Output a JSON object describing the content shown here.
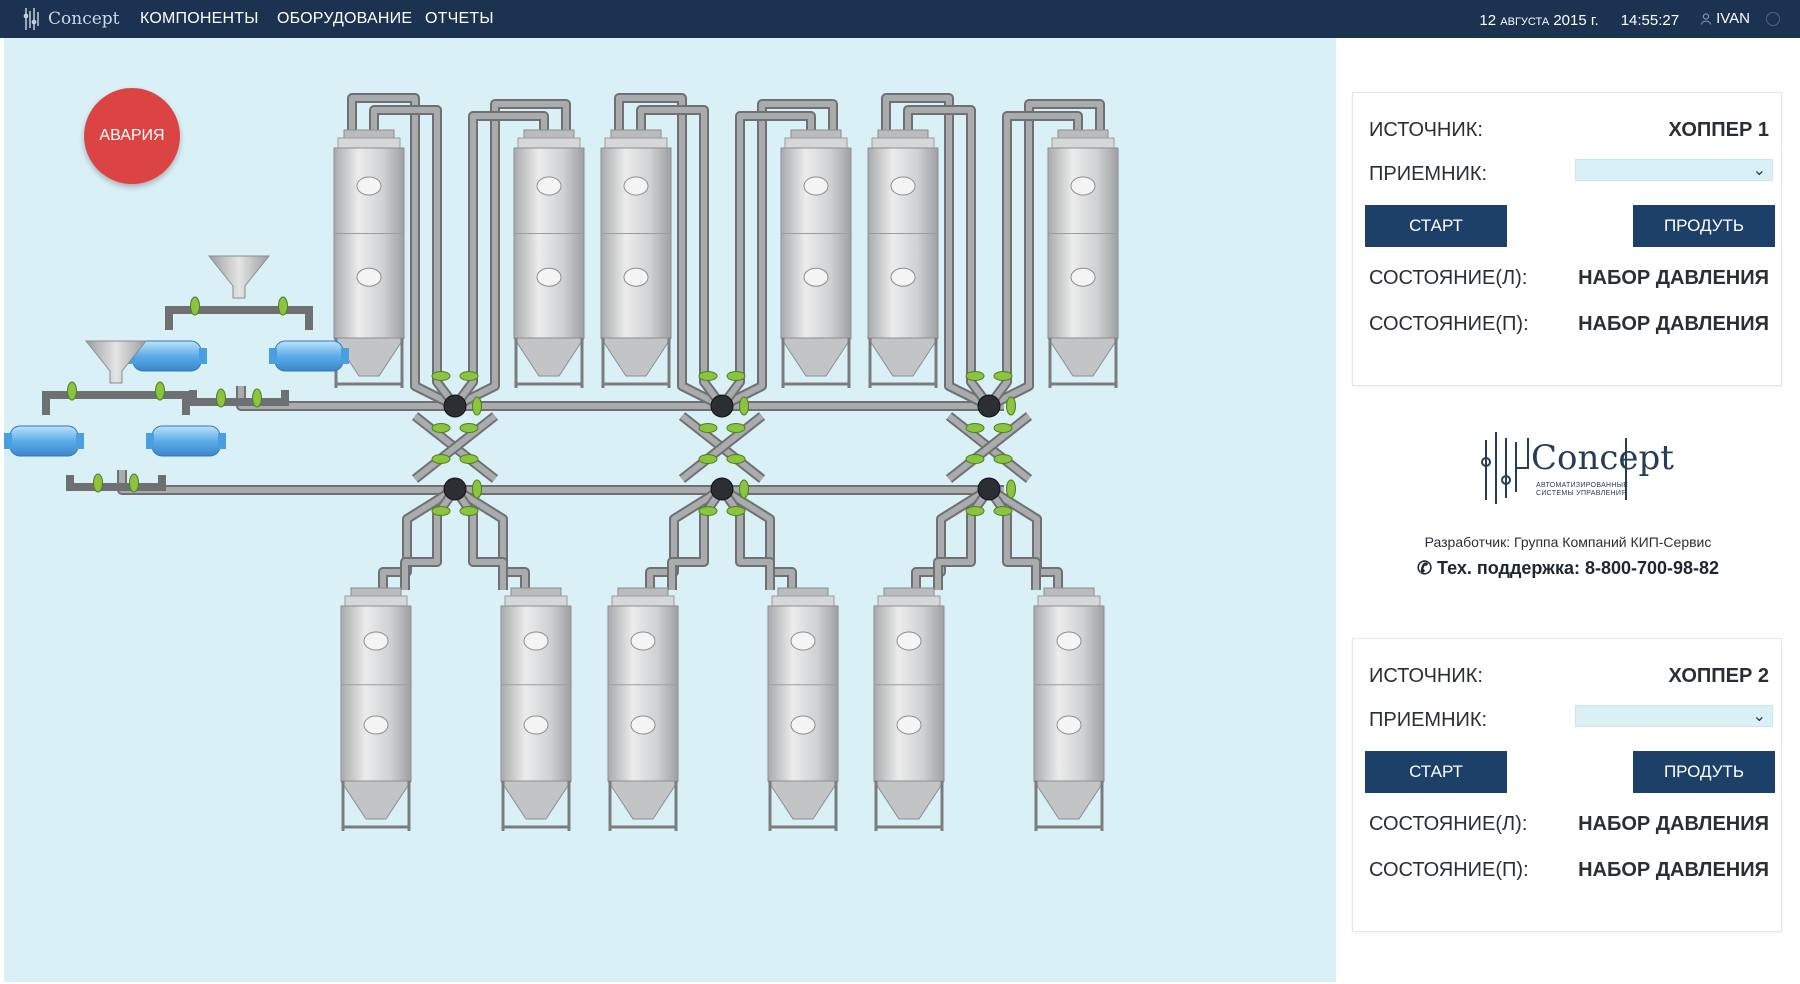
{
  "topbar": {
    "logo_text": "Concept",
    "nav": [
      "КОМПОНЕНТЫ",
      "ОБОРУДОВАНИЕ",
      "ОТЧЕТЫ"
    ],
    "date_day": "12",
    "date_month": "АВГУСТА",
    "date_year": "2015 г.",
    "time": "14:55:27",
    "user": "IVAN"
  },
  "diagram": {
    "alarm_label": "АВАРИЯ",
    "colors": {
      "background": "#daf0f7",
      "pipe": "#8e9092",
      "valve": "#8bc43f",
      "junction": "#2b2e33",
      "tank": "#cfd1d3",
      "pump": "#4a9fe0"
    }
  },
  "panel": {
    "cards": [
      {
        "source_label": "ИСТОЧНИК:",
        "source_value": "ХОППЕР 1",
        "receiver_label": "ПРИЕМНИК:",
        "receiver_value": "",
        "start_label": "СТАРТ",
        "purge_label": "ПРОДУТЬ",
        "state_left_label": "СОСТОЯНИЕ(Л):",
        "state_left_value": "НАБОР ДАВЛЕНИЯ",
        "state_right_label": "СОСТОЯНИЕ(П):",
        "state_right_value": "НАБОР ДАВЛЕНИЯ"
      },
      {
        "source_label": "ИСТОЧНИК:",
        "source_value": "ХОППЕР 2",
        "receiver_label": "ПРИЕМНИК:",
        "receiver_value": "",
        "start_label": "СТАРТ",
        "purge_label": "ПРОДУТЬ",
        "state_left_label": "СОСТОЯНИЕ(Л):",
        "state_left_value": "НАБОР ДАВЛЕНИЯ",
        "state_right_label": "СОСТОЯНИЕ(П):",
        "state_right_value": "НАБОР ДАВЛЕНИЯ"
      }
    ],
    "brand": {
      "name": "Concept",
      "subtitle_line1": "АВТОМАТИЗИРОВАННЫЕ",
      "subtitle_line2": "СИСТЕМЫ УПРАВЛЕНИЯ",
      "developer": "Разработчик: Группа Компаний КИП-Сервис",
      "support": "Тех. поддержка: 8-800-700-98-82"
    }
  }
}
